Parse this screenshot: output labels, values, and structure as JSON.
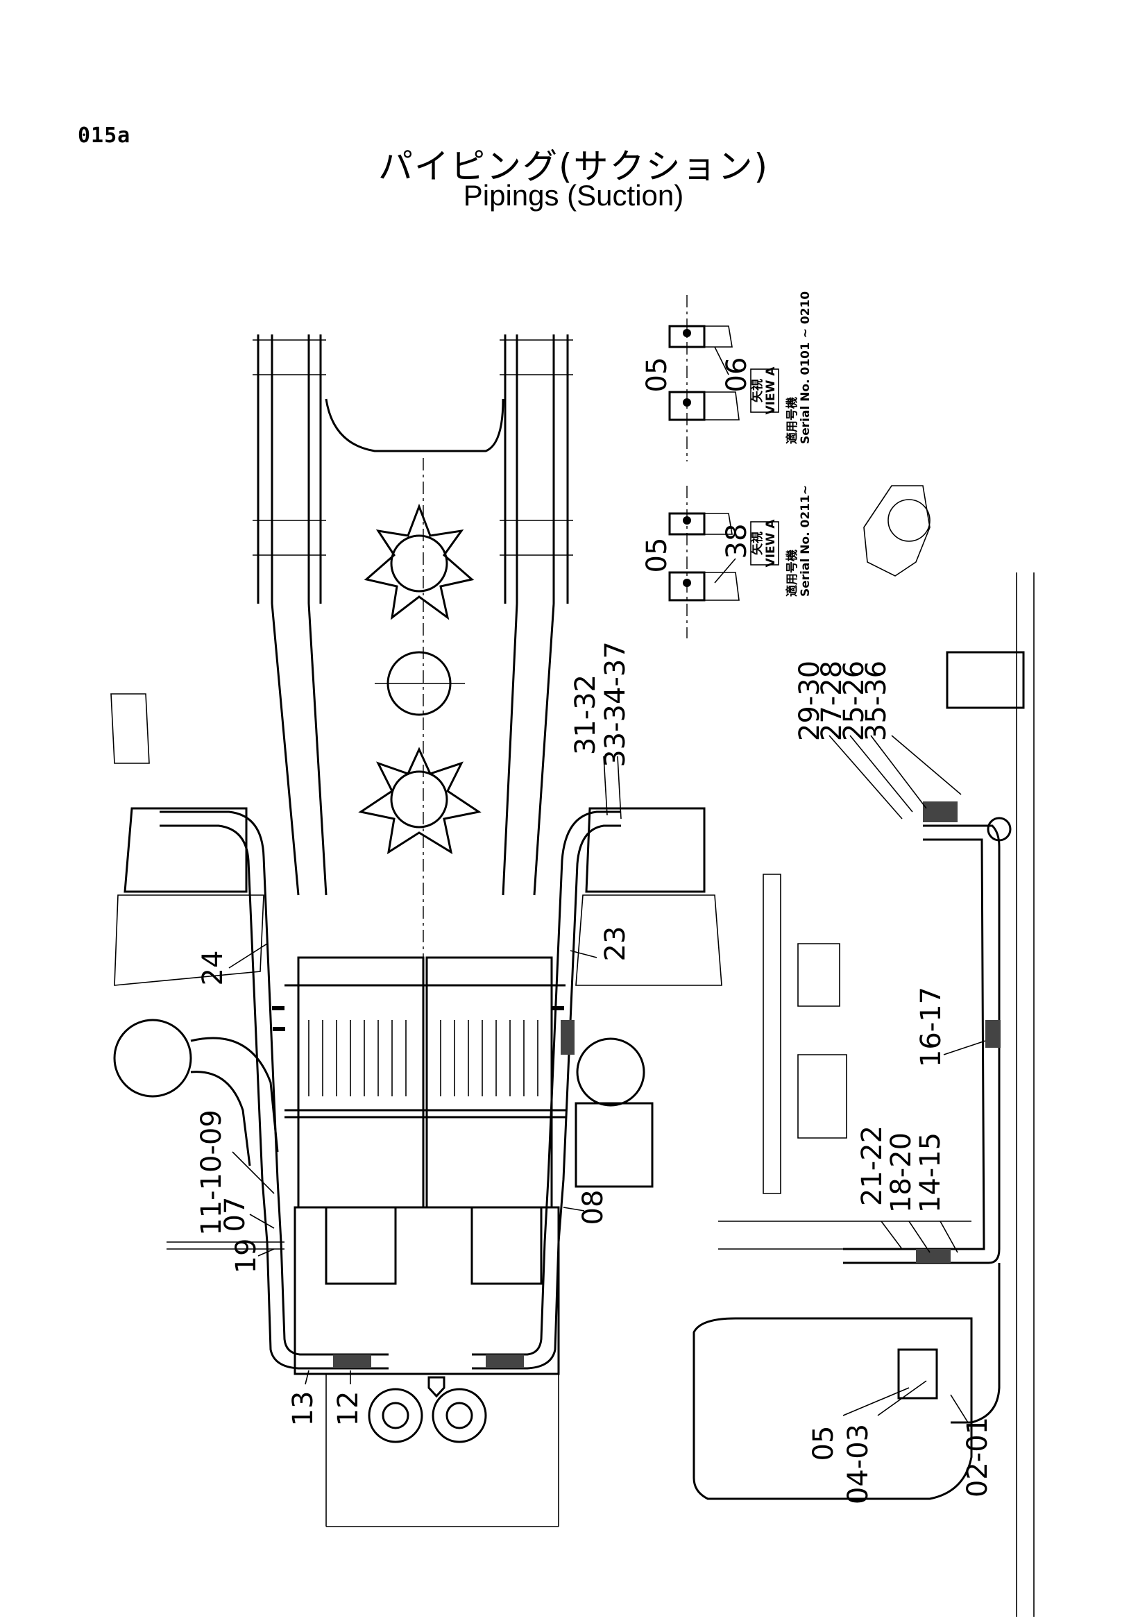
{
  "header": {
    "page_code": "015a",
    "title_ja": "パイピング(サクション)",
    "title_en": "Pipings (Suction)"
  },
  "views": [
    {
      "view_label": "VIEW A",
      "view_label_ja": "矢視",
      "serial_ja": "適用号機",
      "serial": "Serial No. 0101 ~ 0210"
    },
    {
      "view_label": "VIEW A",
      "view_label_ja": "矢視",
      "serial_ja": "適用号機",
      "serial": "Serial No. 0211~"
    }
  ],
  "callouts": {
    "c01": "05",
    "c02": "06",
    "c03": "05",
    "c04": "38",
    "c05": "31-32",
    "c06": "33-34-37",
    "c07": "29-30",
    "c08": "27-28",
    "c09": "25-26",
    "c10": "35-36",
    "c11": "24",
    "c12": "23",
    "c13": "16-17",
    "c14": "11-10-09",
    "c15": "07",
    "c16": "19",
    "c17": "08",
    "c18": "21-22",
    "c19": "18-20",
    "c20": "14-15",
    "c21": "13",
    "c22": "12",
    "c23": "05",
    "c24": "04-03",
    "c25": "02-01"
  }
}
